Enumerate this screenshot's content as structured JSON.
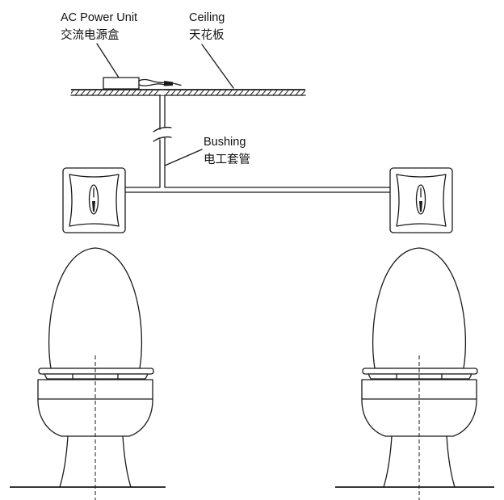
{
  "labels": {
    "ac_power_unit_en": "AC Power Unit",
    "ac_power_unit_zh": "交流电源盒",
    "ceiling_en": "Ceiling",
    "ceiling_zh": "天花板",
    "bushing_en": "Bushing",
    "bushing_zh": "电工套管"
  }
}
